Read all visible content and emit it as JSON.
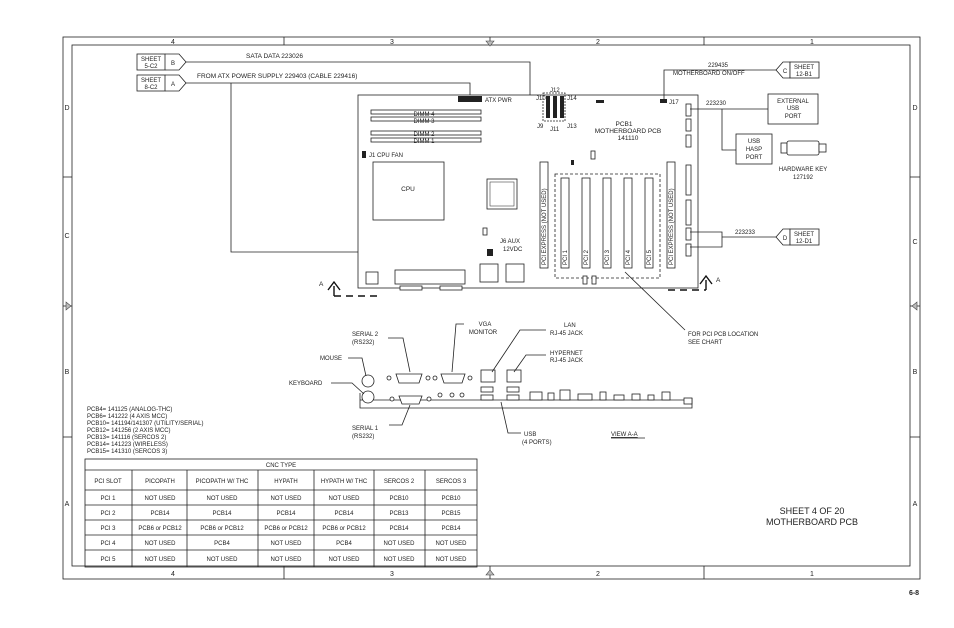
{
  "border": {
    "top_cols": [
      "4",
      "3",
      "2",
      "1"
    ],
    "bottom_cols": [
      "4",
      "3",
      "2",
      "1"
    ],
    "left_rows": [
      "D",
      "C",
      "B",
      "A"
    ],
    "right_rows": [
      "D",
      "C",
      "B",
      "A"
    ]
  },
  "sheet_refs": [
    {
      "sheet": "SHEET",
      "ref": "5-C2",
      "letter": "B"
    },
    {
      "sheet": "SHEET",
      "ref": "8-C2",
      "letter": "A"
    },
    {
      "sheet": "SHEET",
      "ref": "12-B1",
      "letter": "C"
    },
    {
      "sheet": "SHEET",
      "ref": "12-D1",
      "letter": "D"
    }
  ],
  "cables": {
    "sata": "SATA DATA 223026",
    "atx_supply": "FROM ATX POWER SUPPLY 229403 (CABLE 229416)",
    "onoff_num": "229435",
    "onoff_label": "MOTHERBOARD ON/OFF",
    "usb_num": "223230",
    "d_num": "223233"
  },
  "board": {
    "atx_pwr": "ATX PWR",
    "j12": "J12",
    "j10": "J10",
    "j14": "J14",
    "j9": "J9",
    "j11": "J11",
    "j13": "J13",
    "j17": "J17",
    "dimm4": "DIMM 4",
    "dimm3": "DIMM 3",
    "dimm2": "DIMM 2",
    "dimm1": "DIMM 1",
    "cpu_fan": "J1 CPU FAN",
    "cpu": "CPU",
    "pcb_title1": "PCB1",
    "pcb_title2": "MOTHERBOARD PCB",
    "pcb_title3": "141110",
    "j6_1": "J6 AUX",
    "j6_2": "12VDC",
    "pcie_left": "PCI EXPRESS (NOT USED)",
    "pcie_right": "PCI EXPRESS (NOT USED)",
    "pci1": "PCI 1",
    "pci2": "PCI 2",
    "pci3": "PCI 3",
    "pci4": "PCI 4",
    "pci5": "PCI 5",
    "section_a": "A"
  },
  "external": {
    "ext_usb": [
      "EXTERNAL",
      "USB",
      "PORT"
    ],
    "usb_hasp": [
      "USB",
      "HASP",
      "PORT"
    ],
    "hw_key": [
      "HARDWARE KEY",
      "127192"
    ]
  },
  "view": {
    "serial2": [
      "SERIAL 2",
      "(RS232)"
    ],
    "vga": [
      "VGA",
      "MONITOR"
    ],
    "lan": [
      "LAN",
      "RJ-45 JACK"
    ],
    "hypernet": [
      "HYPERNET",
      "RJ-45 JACK"
    ],
    "mouse": "MOUSE",
    "keyboard": "KEYBOARD",
    "serial1": [
      "SERIAL 1",
      "(RS232)"
    ],
    "usb": [
      "USB",
      "(4 PORTS)"
    ],
    "view_aa": "VIEW A-A",
    "pci_loc": [
      "FOR PCI PCB LOCATION",
      "SEE CHART"
    ]
  },
  "pcb_list": [
    "PCB4= 141125 (ANALOG-THC)",
    "PCB6= 141222 (4 AXIS MCC)",
    "PCB10= 141194/141307 (UTILITY/SERIAL)",
    "PCB12= 141256 (2 AXIS MCC)",
    "PCB13= 141116 (SERCOS 2)",
    "PCB14= 141223 (WIRELESS)",
    "PCB15= 141310 (SERCOS 3)"
  ],
  "table": {
    "title": "CNC TYPE",
    "headers": [
      "PCI SLOT",
      "PICOPATH",
      "PICOPATH W/ THC",
      "HYPATH",
      "HYPATH W/ THC",
      "SERCOS 2",
      "SERCOS 3"
    ],
    "rows": [
      [
        "PCI 1",
        "NOT USED",
        "NOT USED",
        "NOT USED",
        "NOT USED",
        "PCB10",
        "PCB10"
      ],
      [
        "PCI 2",
        "PCB14",
        "PCB14",
        "PCB14",
        "PCB14",
        "PCB13",
        "PCB15"
      ],
      [
        "PCI 3",
        "PCB6 or PCB12",
        "PCB6 or PCB12",
        "PCB6 or PCB12",
        "PCB6 or PCB12",
        "PCB14",
        "PCB14"
      ],
      [
        "PCI 4",
        "NOT USED",
        "PCB4",
        "NOT USED",
        "PCB4",
        "NOT USED",
        "NOT USED"
      ],
      [
        "PCI 5",
        "NOT USED",
        "NOT USED",
        "NOT USED",
        "NOT USED",
        "NOT USED",
        "NOT USED"
      ]
    ]
  },
  "title_block": [
    "SHEET 4 OF 20",
    "MOTHERBOARD PCB"
  ],
  "page_number": "6-8"
}
